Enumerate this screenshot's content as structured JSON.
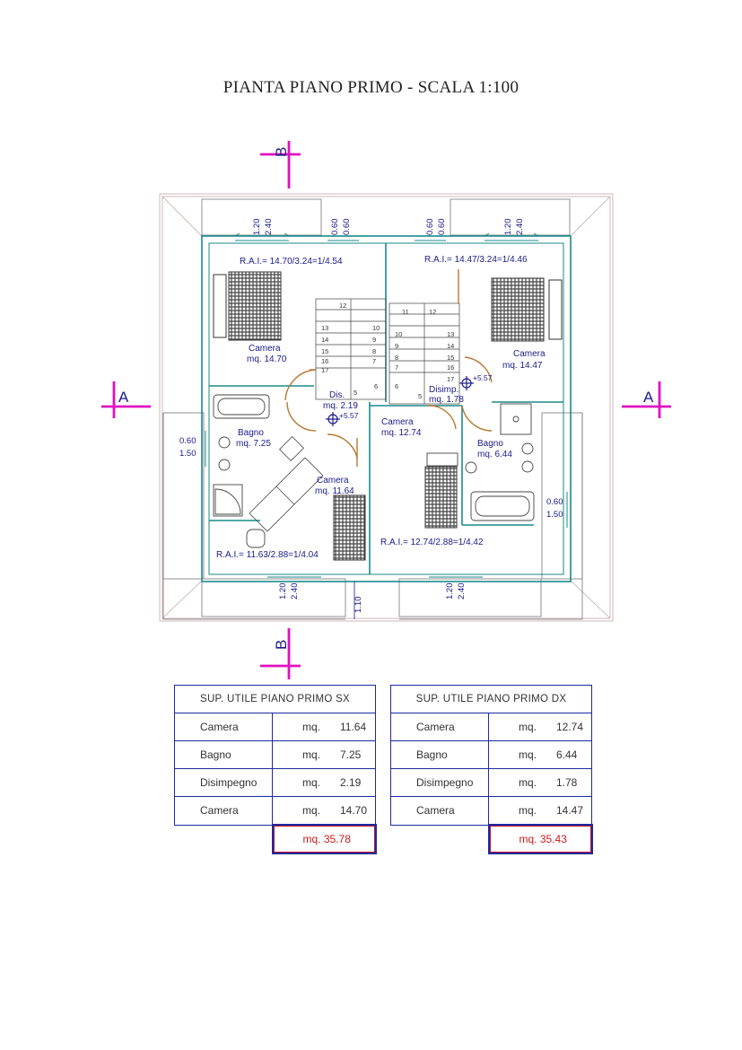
{
  "title": "PIANTA PIANO PRIMO - SCALA 1:100",
  "colors": {
    "wall": "#1a8a8a",
    "text": "#1a1a8c",
    "section": "#e010c0",
    "door": "#b87830",
    "total": "#d01818",
    "table_border": "#1c2aa0"
  },
  "plan": {
    "section_b_top": "B",
    "section_b_bottom": "B",
    "section_a_left": "A",
    "section_a_right": "A",
    "windows": {
      "top_left": {
        "h": "1.20",
        "w": "2.40"
      },
      "top_left_small": {
        "h": "0.60",
        "w": "0.60"
      },
      "top_right_small": {
        "h": "0.60",
        "w": "0.60"
      },
      "top_right": {
        "h": "1.20",
        "w": "2.40"
      },
      "left": {
        "h": "0.60",
        "w": "1.50"
      },
      "right": {
        "h": "0.60",
        "w": "1.50"
      },
      "bottom_left": {
        "h": "1.20",
        "w": "2.40"
      },
      "bottom_right": {
        "h": "1.20",
        "w": "2.40"
      },
      "bottom_center": "1.10"
    },
    "rooms": {
      "camera_nw": {
        "name": "Camera",
        "area": "mq. 14.70",
        "rai": "R.A.I.= 14.70/3.24=1/4.54"
      },
      "camera_ne": {
        "name": "Camera",
        "area": "mq. 14.47",
        "rai": "R.A.I.= 14.47/3.24=1/4.46"
      },
      "dis": {
        "name": "Dis.",
        "area": "mq. 2.19",
        "level": "+5.57"
      },
      "disimp": {
        "name": "Disimp.",
        "area": "mq. 1.78",
        "level": "+5.57"
      },
      "bagno_w": {
        "name": "Bagno",
        "area": "mq. 7.25"
      },
      "bagno_e": {
        "name": "Bagno",
        "area": "mq. 6.44"
      },
      "camera_sw": {
        "name": "Camera",
        "area": "mq. 11.64",
        "rai": "R.A.I.= 11.63/2.88=1/4.04"
      },
      "camera_se": {
        "name": "Camera",
        "area": "mq. 12.74",
        "rai": "R.A.I.= 12.74/2.88=1/4.42"
      }
    },
    "stair_left": [
      "12",
      "13",
      "14",
      "15",
      "16",
      "17",
      "10",
      "9",
      "8",
      "7",
      "6",
      "5"
    ],
    "stair_right": [
      "11",
      "12",
      "10",
      "9",
      "8",
      "7",
      "6",
      "5",
      "13",
      "14",
      "15",
      "16",
      "17"
    ]
  },
  "tables": [
    {
      "header": "SUP. UTILE PIANO PRIMO  SX",
      "rows": [
        {
          "label": "Camera",
          "unit": "mq.",
          "value": "11.64"
        },
        {
          "label": "Bagno",
          "unit": "mq.",
          "value": "7.25"
        },
        {
          "label": "Disimpegno",
          "unit": "mq.",
          "value": "2.19"
        },
        {
          "label": "Camera",
          "unit": "mq.",
          "value": "14.70"
        }
      ],
      "total": "mq.  35.78"
    },
    {
      "header": "SUP. UTILE PIANO PRIMO  DX",
      "rows": [
        {
          "label": "Camera",
          "unit": "mq.",
          "value": "12.74"
        },
        {
          "label": "Bagno",
          "unit": "mq.",
          "value": "6.44"
        },
        {
          "label": "Disimpegno",
          "unit": "mq.",
          "value": "1.78"
        },
        {
          "label": "Camera",
          "unit": "mq.",
          "value": "14.47"
        }
      ],
      "total": "mq.  35.43"
    }
  ]
}
